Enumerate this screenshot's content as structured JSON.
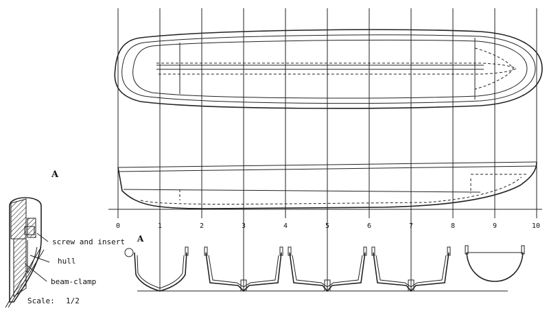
{
  "detail": {
    "marker": "A",
    "labels": {
      "screw": "screw and insert",
      "hull": "hull",
      "beam": "beam-clamp"
    },
    "scale_label": "Scale:",
    "scale_value": "1/2"
  },
  "stations": [
    "0",
    "1",
    "2",
    "3",
    "4",
    "5",
    "6",
    "7",
    "8",
    "9",
    "10"
  ],
  "section_marker": "A"
}
